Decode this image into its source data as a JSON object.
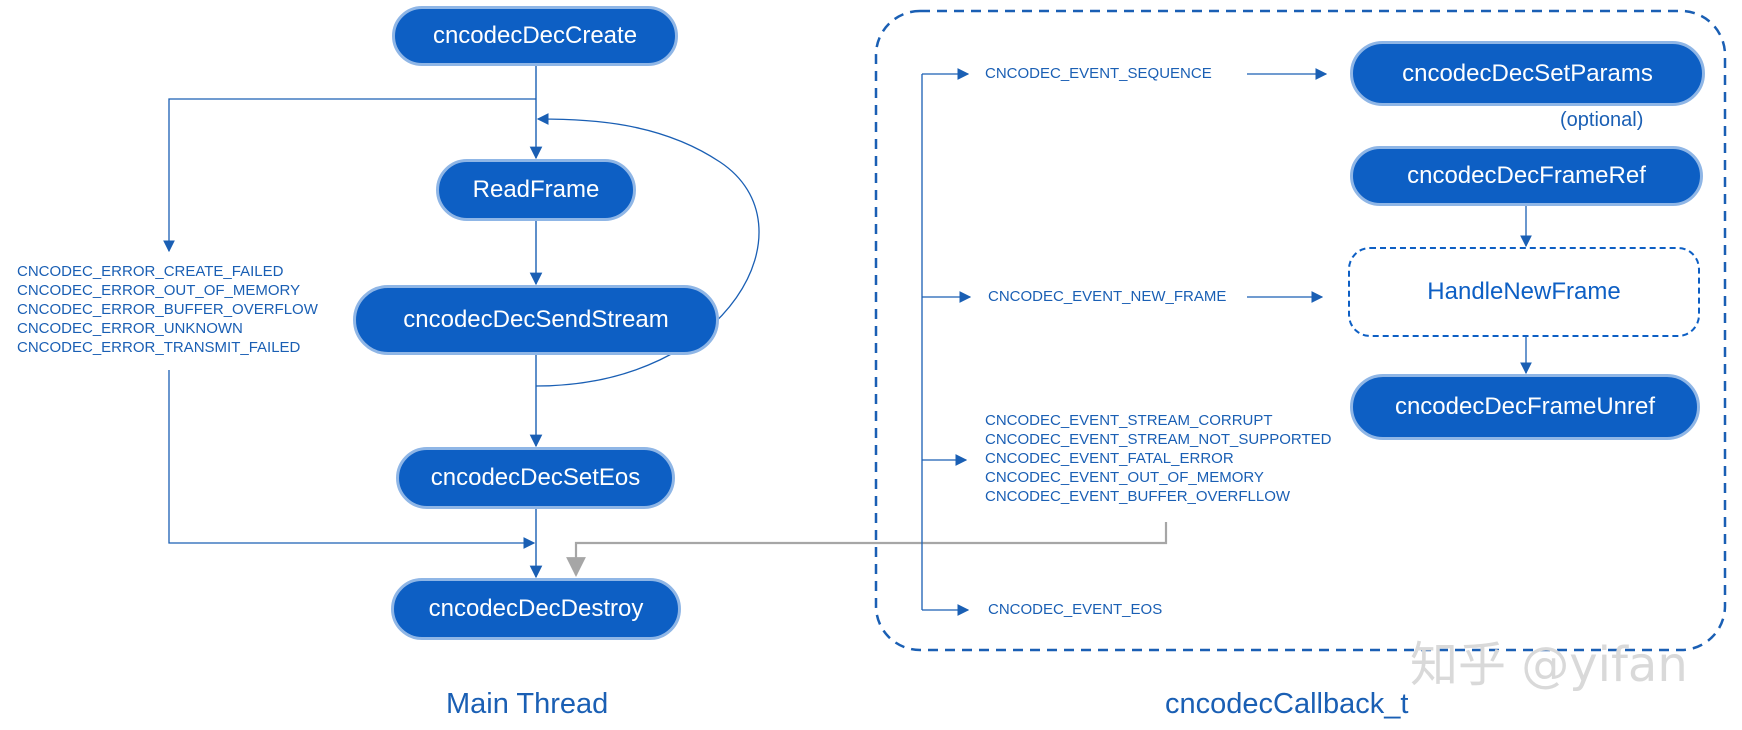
{
  "main_thread": {
    "title": "Main Thread",
    "nodes": {
      "create": "cncodecDecCreate",
      "read_frame": "ReadFrame",
      "send_stream": "cncodecDecSendStream",
      "set_eos": "cncodecDecSetEos",
      "destroy": "cncodecDecDestroy"
    },
    "errors": [
      "CNCODEC_ERROR_CREATE_FAILED",
      "CNCODEC_ERROR_OUT_OF_MEMORY",
      "CNCODEC_ERROR_BUFFER_OVERFLOW",
      "CNCODEC_ERROR_UNKNOWN",
      "CNCODEC_ERROR_TRANSMIT_FAILED"
    ]
  },
  "callback": {
    "title": "cncodecCallback_t",
    "events": {
      "sequence": "CNCODEC_EVENT_SEQUENCE",
      "new_frame": "CNCODEC_EVENT_NEW_FRAME",
      "errors": [
        "CNCODEC_EVENT_STREAM_CORRUPT",
        "CNCODEC_EVENT_STREAM_NOT_SUPPORTED",
        "CNCODEC_EVENT_FATAL_ERROR",
        "CNCODEC_EVENT_OUT_OF_MEMORY",
        "CNCODEC_EVENT_BUFFER_OVERFLLOW"
      ],
      "eos": "CNCODEC_EVENT_EOS"
    },
    "nodes": {
      "set_params": "cncodecDecSetParams",
      "set_params_note": "(optional)",
      "frame_ref": "cncodecDecFrameRef",
      "handle_new_frame": "HandleNewFrame",
      "frame_unref": "cncodecDecFrameUnref"
    }
  },
  "watermark": "知乎 @yifan",
  "colors": {
    "primary": "#0d5fc4",
    "node_border": "#8fb6e6",
    "line": "#1a5fb4",
    "gray_line": "#a6a6a6",
    "watermark": "#d9d9d9"
  }
}
